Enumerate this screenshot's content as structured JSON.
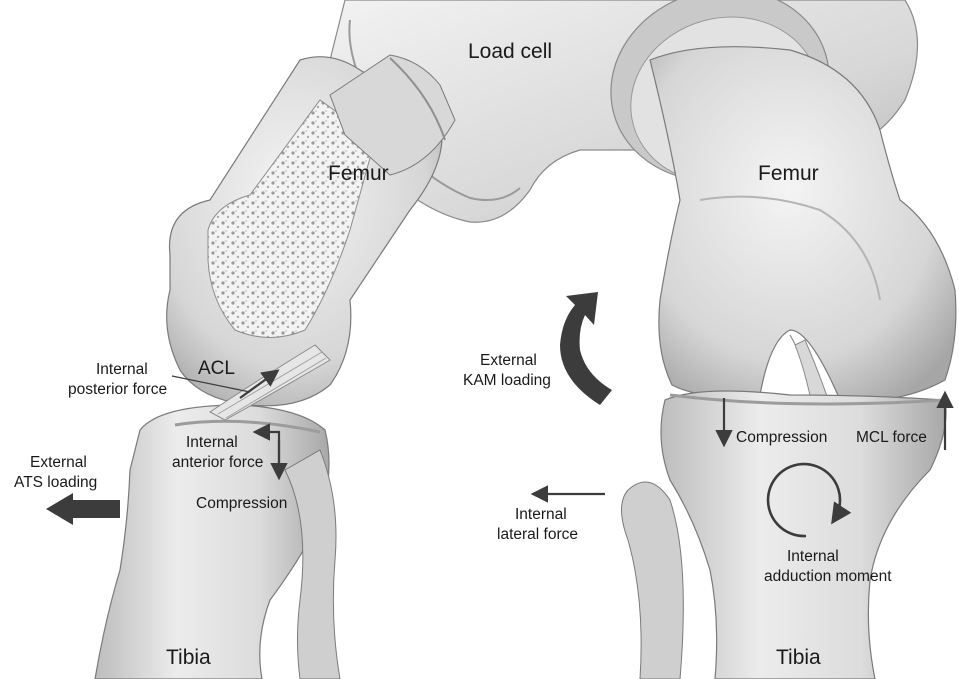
{
  "labels": {
    "load_cell": "Load cell",
    "femur_left": "Femur",
    "femur_right": "Femur",
    "tibia_left": "Tibia",
    "tibia_right": "Tibia",
    "acl": "ACL",
    "internal_posterior_force": [
      "Internal",
      "posterior force"
    ],
    "internal_anterior_force": [
      "Internal",
      "anterior force"
    ],
    "compression_left": "Compression",
    "external_ats_loading": [
      "External",
      "ATS loading"
    ],
    "external_kam_loading": [
      "External",
      "KAM loading"
    ],
    "compression_right": "Compression",
    "mcl_force": "MCL force",
    "internal_lateral_force": [
      "Internal",
      "lateral force"
    ],
    "internal_adduction_moment": [
      "Internal",
      "adduction moment"
    ]
  },
  "colors": {
    "bone_light": "#efefef",
    "bone_mid": "#d4d4d4",
    "bone_shadow": "#a9a9a9",
    "outline": "#6e6e6e",
    "arrow": "#3c3c3c",
    "text": "#1a1a1a"
  }
}
